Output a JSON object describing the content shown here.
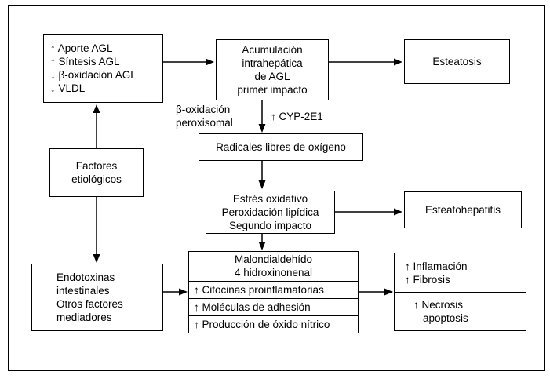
{
  "figure": {
    "background": "#ffffff",
    "line_color": "#000000",
    "boxes": {
      "agl": {
        "lines": [
          "↑ Aporte AGL",
          "↑ Síntesis AGL",
          "↓ β-oxidación AGL",
          "↓ VLDL"
        ]
      },
      "acumulacion": {
        "lines": [
          "Acumulación",
          "intrahepática",
          "de AGL",
          "primer impacto"
        ]
      },
      "esteatosis": {
        "label": "Esteatosis"
      },
      "radicales": {
        "label": "Radicales libres de oxígeno"
      },
      "estres": {
        "lines": [
          "Estrés oxidativo",
          "Peroxidación lipídica",
          "Segundo impacto"
        ]
      },
      "esteatohepatitis": {
        "label": "Esteatohepatitis"
      },
      "factores": {
        "lines": [
          "Factores",
          "etiológicos"
        ]
      },
      "endotoxinas": {
        "lines": [
          "Endotoxinas",
          "intestinales",
          "Otros factores",
          "mediadores"
        ]
      },
      "mediadores": {
        "header": [
          "Malondialdehído",
          "4 hidroxinonenal"
        ],
        "rows": [
          "↑ Citocinas proinflamatorias",
          "↑ Moléculas de adhesión",
          "↑ Producción de óxido nítrico"
        ]
      },
      "efectos": {
        "top": [
          "↑ Inflamación",
          "↑ Fibrosis"
        ],
        "bottom": [
          "↑ Necrosis",
          "apoptosis"
        ]
      }
    },
    "labels": {
      "beta_oxidacion": [
        "β-oxidación",
        "peroxisomal"
      ],
      "cyp": "↑ CYP-2E1"
    }
  }
}
